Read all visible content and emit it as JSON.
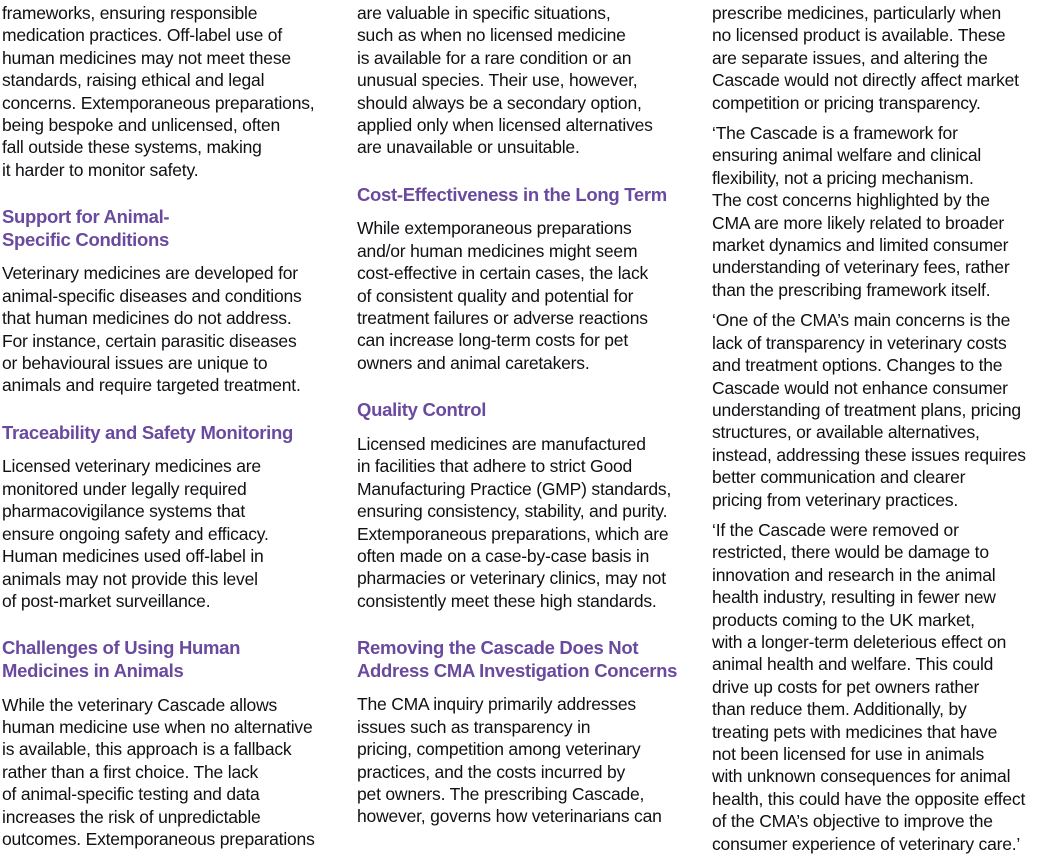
{
  "document": {
    "background_color": "#ffffff",
    "body_text_color": "#101014",
    "heading_color": "#6a4a9e",
    "columns": [
      {
        "blocks": [
          {
            "type": "paragraph",
            "text": "frameworks, ensuring responsible\nmedication practices. Off-label use of\nhuman medicines may not meet these\nstandards, raising ethical and legal\nconcerns. Extemporaneous preparations,\nbeing bespoke and unlicensed, often\nfall outside these systems, making\nit harder to monitor safety."
          },
          {
            "type": "heading",
            "text": "Support for Animal-\nSpecific Conditions"
          },
          {
            "type": "paragraph",
            "text": "Veterinary medicines are developed for\nanimal-specific diseases and conditions\nthat human medicines do not address.\nFor instance, certain parasitic diseases\nor behavioural issues are unique to\nanimals and require targeted treatment."
          },
          {
            "type": "heading",
            "text": "Traceability and Safety Monitoring"
          },
          {
            "type": "paragraph",
            "text": "Licensed veterinary medicines are\nmonitored under legally required\npharmacovigilance systems that\nensure ongoing safety and efficacy.\nHuman medicines used off-label in\nanimals may not provide this level\nof post-market surveillance."
          },
          {
            "type": "heading",
            "text": "Challenges of Using Human\nMedicines in Animals"
          },
          {
            "type": "paragraph",
            "text": "While the veterinary Cascade allows\nhuman medicine use when no alternative\nis available, this approach is a fallback\nrather than a first choice. The lack\nof animal-specific testing and data\nincreases the risk of unpredictable\noutcomes. Extemporaneous preparations"
          }
        ]
      },
      {
        "blocks": [
          {
            "type": "paragraph",
            "text": "are valuable in specific situations,\nsuch as when no licensed medicine\nis available for a rare condition or an\nunusual species. Their use, however,\nshould always be a secondary option,\napplied only when licensed alternatives\nare unavailable or unsuitable."
          },
          {
            "type": "heading",
            "text": "Cost-Effectiveness in the Long Term"
          },
          {
            "type": "paragraph",
            "text": "While extemporaneous preparations\nand/or human medicines might seem\ncost-effective in certain cases, the lack\nof consistent quality and potential for\ntreatment failures or adverse reactions\ncan increase long-term costs for pet\nowners and animal caretakers."
          },
          {
            "type": "heading",
            "text": "Quality Control"
          },
          {
            "type": "paragraph",
            "text": "Licensed medicines are manufactured\nin facilities that adhere to strict Good\nManufacturing Practice (GMP) standards,\nensuring consistency, stability, and purity.\nExtemporaneous preparations, which are\noften made on a case-by-case basis in\npharmacies or veterinary clinics, may not\nconsistently meet these high standards."
          },
          {
            "type": "heading",
            "text": "Removing the Cascade Does Not\nAddress CMA Investigation Concerns"
          },
          {
            "type": "paragraph",
            "text": "The CMA inquiry primarily addresses\nissues such as transparency in\npricing, competition among veterinary\npractices, and the costs incurred by\npet owners. The prescribing Cascade,\nhowever, governs how veterinarians can"
          }
        ]
      },
      {
        "blocks": [
          {
            "type": "paragraph",
            "text": "prescribe medicines, particularly when\nno licensed product is available. These\nare separate issues, and altering the\nCascade would not directly affect market\ncompetition or pricing transparency."
          },
          {
            "type": "paragraph",
            "text": "‘The Cascade is a framework for\nensuring animal welfare and clinical\nflexibility, not a pricing mechanism.\nThe cost concerns highlighted by the\nCMA are more likely related to broader\nmarket dynamics and limited consumer\nunderstanding of veterinary fees, rather\nthan the prescribing framework itself."
          },
          {
            "type": "paragraph",
            "text": "‘One of the CMA’s main concerns is the\nlack of transparency in veterinary costs\nand treatment options. Changes to the\nCascade would not enhance consumer\nunderstanding of treatment plans, pricing\nstructures, or available alternatives,\ninstead, addressing these issues requires\nbetter communication and clearer\npricing from veterinary practices."
          },
          {
            "type": "paragraph",
            "text": "‘If the Cascade were removed or\nrestricted, there would be damage to\ninnovation and research in the animal\nhealth industry, resulting in fewer new\nproducts coming to the UK market,\nwith a longer-term deleterious effect on\nanimal health and welfare. This could\ndrive up costs for pet owners rather\nthan reduce them. Additionally, by\ntreating pets with medicines that have\nnot been licensed for use in animals\nwith unknown consequences for animal\nhealth, this could have the opposite effect\nof the CMA’s objective to improve the\nconsumer experience of veterinary care.’"
          }
        ]
      }
    ]
  }
}
